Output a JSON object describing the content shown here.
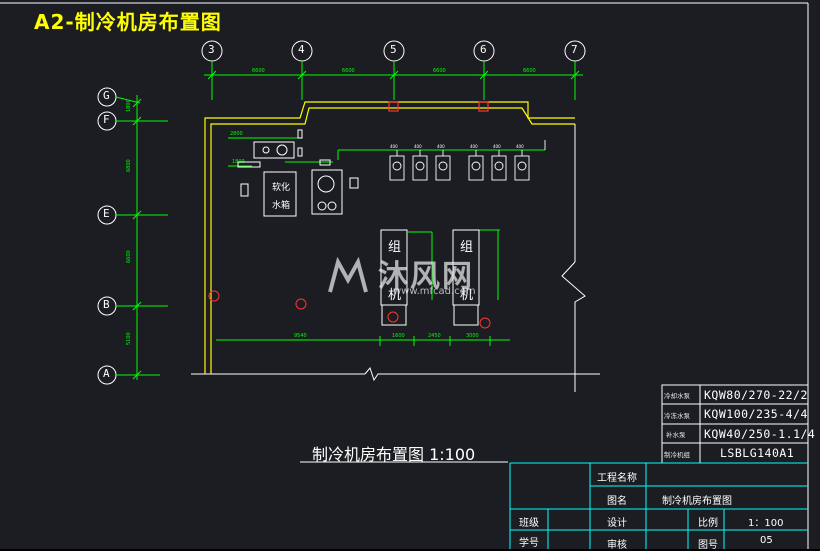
{
  "sheet_title": "A2-制冷机房布置图",
  "drawing_title": "制冷机房布置图   1:100",
  "watermark": {
    "text": "沐风网",
    "url": "www.mfcad.com"
  },
  "grid_columns": [
    "3",
    "4",
    "5",
    "6",
    "7"
  ],
  "grid_rows": [
    "G",
    "F",
    "E",
    "B",
    "A"
  ],
  "room_labels": {
    "softener_a": "软化",
    "softener_b": "水箱"
  },
  "chiller_units": [
    {
      "label_top": "组",
      "label_bottom": "机"
    },
    {
      "label_top": "组",
      "label_bottom": "机"
    }
  ],
  "equipment_table": [
    {
      "name": "冷却水泵",
      "model": "KQW80/270-22/2"
    },
    {
      "name": "冷冻水泵",
      "model": "KQW100/235-4/4"
    },
    {
      "name": "补水泵",
      "model": "KQW40/250-1.1/4"
    },
    {
      "name": "制冷机组",
      "model": "LSBLG140A1"
    }
  ],
  "title_block": {
    "project_label": "工程名称",
    "project_value": "",
    "drawing_name_label": "图名",
    "drawing_name_value": "制冷机房布置图",
    "class_label": "班级",
    "design_label": "设计",
    "scale_label": "比例",
    "scale_value": "1：100",
    "student_id_label": "学号",
    "review_label": "审核",
    "drawing_no_label": "图号",
    "drawing_no_value": "05"
  },
  "colors": {
    "background": "#1b1d22",
    "line_white": "#ffffff",
    "line_green": "#00ff00",
    "line_yellow": "#ffff00",
    "line_cyan": "#00ffff",
    "marker_red": "#ff3333"
  }
}
